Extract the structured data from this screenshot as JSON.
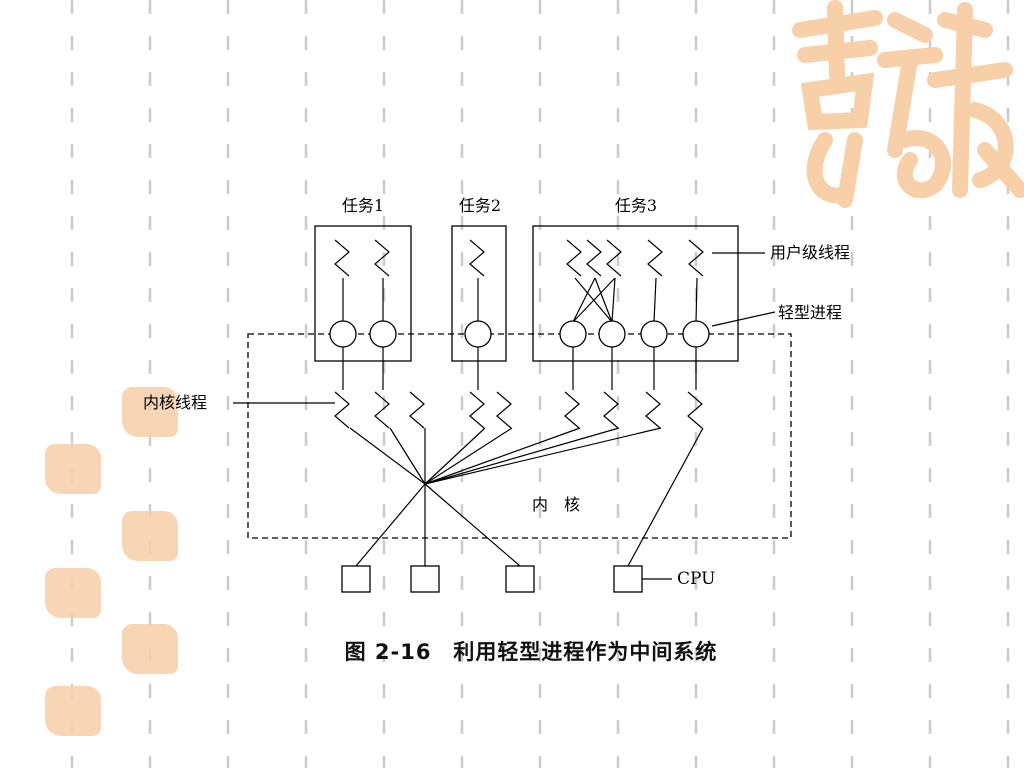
{
  "tasks": [
    {
      "label": "任务1"
    },
    {
      "label": "任务2"
    },
    {
      "label": "任务3"
    }
  ],
  "annotations": {
    "user_thread": "用户级线程",
    "lwp": "轻型进程",
    "kernel_thread": "内核线程",
    "cpu": "CPU"
  },
  "kernel_label": "内　核",
  "caption": "图 2-16　利用轻型进程作为中间系统",
  "colors": {
    "line": "#000000",
    "decor": "#f7cfa8",
    "stripe": "#c8c8c8"
  }
}
